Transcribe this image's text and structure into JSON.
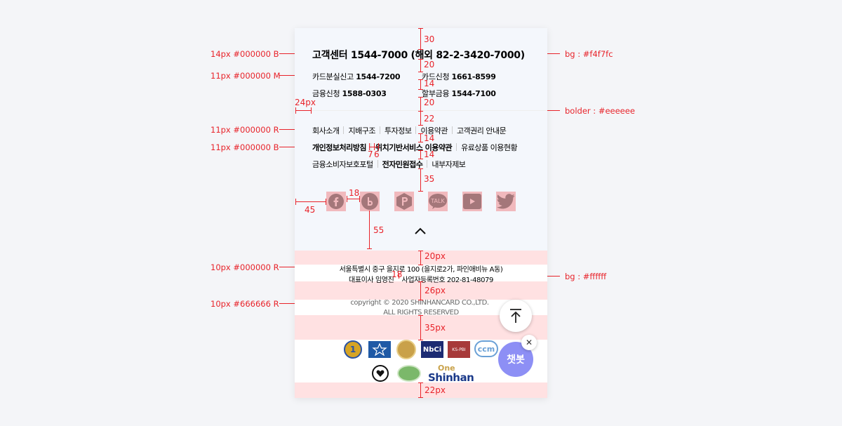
{
  "annotations_left": {
    "title_spec": "14px #000000 B",
    "phone_spec": "11px #000000 M",
    "links_spec_r": "11px #000000 R",
    "links_spec_b": "11px #000000 B",
    "addr_spec": "10px #000000 R",
    "copy_spec": "10px #666666 R"
  },
  "annotations_right": {
    "bg_top": "bg : #f4f7fc",
    "border": "bolder : #eeeeee",
    "bg_bottom": "bg : #ffffff"
  },
  "measurements": {
    "m30": "30",
    "m20a": "20",
    "m14a": "14",
    "m20b": "20",
    "m24px": "24px",
    "m22": "22",
    "m14b": "14",
    "m7": "7",
    "m6": "6",
    "m14c": "14",
    "m35": "35",
    "m18": "18",
    "m45": "45",
    "m55": "55",
    "m20px": "20px",
    "m18b": "18",
    "m26px": "26px",
    "m35px": "35px",
    "m22px": "22px"
  },
  "footer": {
    "cs_title": "고객센터 1544-7000 (해외 82-2-3420-7000)",
    "phones": [
      {
        "label": "카드분실신고",
        "number": "1544-7200"
      },
      {
        "label": "카드신청",
        "number": "1661-8599"
      },
      {
        "label": "금융신청",
        "number": "1588-0303"
      },
      {
        "label": "할부금융",
        "number": "1544-7100"
      }
    ],
    "links_row1": [
      "회사소개",
      "지배구조",
      "투자정보",
      "이용약관",
      "고객권리 안내문"
    ],
    "links_row2": [
      "개인정보처리방침",
      "위치기반서비스 이용약관",
      "유료상품 이용현황"
    ],
    "links_row3": [
      "금융소비자보호포털",
      "전자민원접수",
      "내부자제보"
    ],
    "sns": [
      {
        "name": "facebook",
        "icon": "facebook-icon"
      },
      {
        "name": "blog",
        "icon": "blog-icon"
      },
      {
        "name": "post",
        "icon": "post-icon"
      },
      {
        "name": "kakaotalk",
        "icon": "talk-icon",
        "text": "TALK"
      },
      {
        "name": "youtube",
        "icon": "youtube-icon"
      },
      {
        "name": "twitter",
        "icon": "twitter-icon"
      }
    ],
    "address": "서울특별시 중구 을지로 100 (을지로2가, 파인애비뉴 A동)",
    "ceo": "대표이사 임영진",
    "bizno": "사업자등록번호 202-81-48079",
    "copyright": "copyright © 2020 SHINHANCARD CO.,LTD.",
    "rights": "ALL RIGHTS RESERVED",
    "certs": {
      "nbci": "NbCi",
      "kspbi": "KS-PBI",
      "ccm": "ccm",
      "one": "One",
      "shinhan": "Shinhan",
      "num1": "1"
    },
    "chatbot": "챗봇",
    "close": "✕"
  }
}
